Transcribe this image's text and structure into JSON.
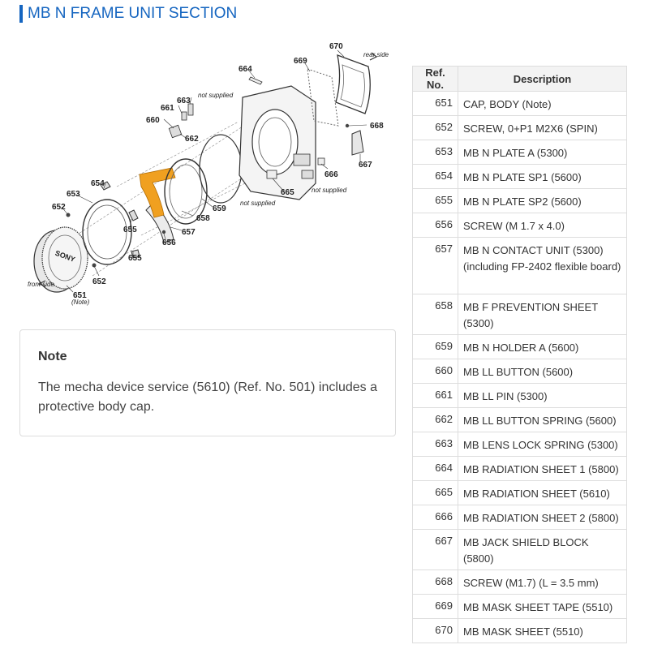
{
  "section": {
    "title": "MB N FRAME UNIT SECTION"
  },
  "diagram": {
    "labels": {
      "p651": "651",
      "p652a": "652",
      "p652b": "652",
      "p653": "653",
      "p654": "654",
      "p655a": "655",
      "p655b": "655",
      "p656": "656",
      "p657": "657",
      "p658": "658",
      "p659": "659",
      "p660": "660",
      "p661": "661",
      "p662": "662",
      "p663": "663",
      "p664": "664",
      "p665": "665",
      "p666": "666",
      "p667": "667",
      "p668": "668",
      "p669": "669",
      "p670": "670"
    },
    "annotations": {
      "not_supplied_1": "not supplied",
      "not_supplied_2": "not supplied",
      "not_supplied_3": "not supplied",
      "rear_side": "rear side",
      "front_side": "front side",
      "note_ref": "(Note)",
      "cap_logo": "SONY"
    },
    "highlight_color": "#f0a020"
  },
  "note": {
    "heading": "Note",
    "text": "The mecha device service (5610) (Ref. No. 501) includes a protective body cap."
  },
  "table": {
    "headers": {
      "ref": "Ref. No.",
      "desc": "Description"
    },
    "rows": [
      {
        "ref": "651",
        "desc": "CAP, BODY (Note)",
        "lines": 1
      },
      {
        "ref": "652",
        "desc": "SCREW, 0+P1 M2X6 (SPIN)",
        "lines": 1
      },
      {
        "ref": "653",
        "desc": "MB N PLATE A (5300)",
        "lines": 1
      },
      {
        "ref": "654",
        "desc": "MB N PLATE SP1 (5600)",
        "lines": 1
      },
      {
        "ref": "655",
        "desc": "MB N PLATE SP2 (5600)",
        "lines": 1
      },
      {
        "ref": "656",
        "desc": "SCREW (M 1.7 x 4.0)",
        "lines": 1
      },
      {
        "ref": "657",
        "desc": "MB N CONTACT UNIT (5300) (including FP-2402 flexible board)",
        "lines": 3
      },
      {
        "ref": "658",
        "desc": "MB F PREVENTION SHEET (5300)",
        "lines": 2
      },
      {
        "ref": "659",
        "desc": "MB N HOLDER A (5600)",
        "lines": 1
      },
      {
        "ref": "660",
        "desc": "MB LL BUTTON (5600)",
        "lines": 1
      },
      {
        "ref": "661",
        "desc": "MB LL PIN (5300)",
        "lines": 1
      },
      {
        "ref": "662",
        "desc": "MB LL BUTTON SPRING (5600)",
        "lines": 1
      },
      {
        "ref": "663",
        "desc": "MB LENS LOCK SPRING (5300)",
        "lines": 1
      },
      {
        "ref": "664",
        "desc": "MB RADIATION SHEET 1 (5800)",
        "lines": 1
      },
      {
        "ref": "665",
        "desc": "MB RADIATION SHEET (5610)",
        "lines": 1
      },
      {
        "ref": "666",
        "desc": "MB RADIATION SHEET 2 (5800)",
        "lines": 1
      },
      {
        "ref": "667",
        "desc": "MB JACK SHIELD BLOCK (5800)",
        "lines": 2
      },
      {
        "ref": "668",
        "desc": "SCREW (M1.7) (L = 3.5 mm)",
        "lines": 1
      },
      {
        "ref": "669",
        "desc": "MB MASK SHEET TAPE (5510)",
        "lines": 1
      },
      {
        "ref": "670",
        "desc": "MB MASK SHEET (5510)",
        "lines": 1
      }
    ]
  }
}
